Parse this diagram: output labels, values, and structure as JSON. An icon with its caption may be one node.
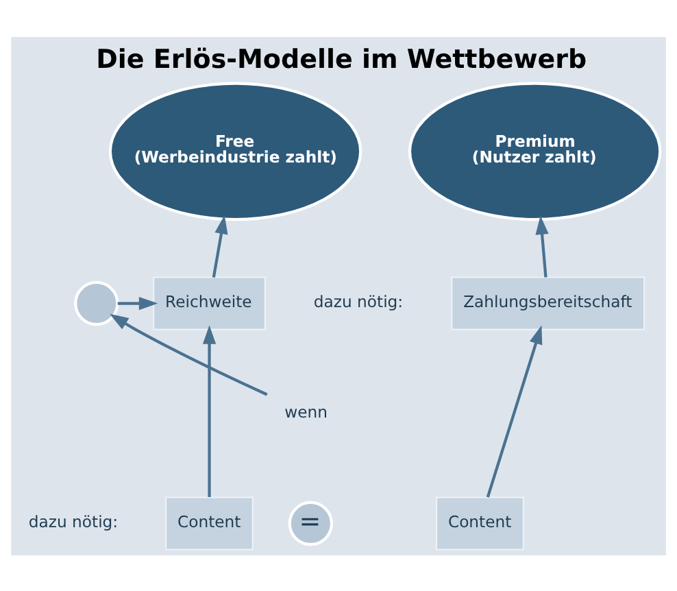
{
  "diagram": {
    "title": "Die Erlös-Modelle im Wettbewerb",
    "nodes": [
      {
        "text": [
          "Free",
          "(Werbeindustrie zahlt)"
        ]
      },
      {
        "text": [
          "Premium",
          "(Nutzer zahlt)"
        ]
      },
      {
        "text": [
          "Reichweite"
        ]
      },
      {
        "text": [],
        "shape": "circle"
      },
      {
        "text": [
          "Zahlungsbereitschaft"
        ]
      },
      {
        "text": [
          "wenn"
        ]
      },
      {
        "text": [
          "Content"
        ]
      },
      {
        "text": [
          "="
        ]
      },
      {
        "text": [
          "Content"
        ]
      }
    ],
    "edges": [
      {
        "from": 2,
        "to": 0,
        "arrow": "to"
      },
      {
        "from": 4,
        "to": 1,
        "arrow": "to"
      },
      {
        "from": 3,
        "to": 2,
        "arrow": "to"
      },
      {
        "from": 5,
        "to": 3,
        "arrow": "to"
      },
      {
        "from": 6,
        "to": 2,
        "arrow": "to"
      },
      {
        "from": 8,
        "to": 4,
        "arrow": "to"
      }
    ],
    "labels": [
      "dazu nötig:",
      "dazu nötig:"
    ]
  }
}
